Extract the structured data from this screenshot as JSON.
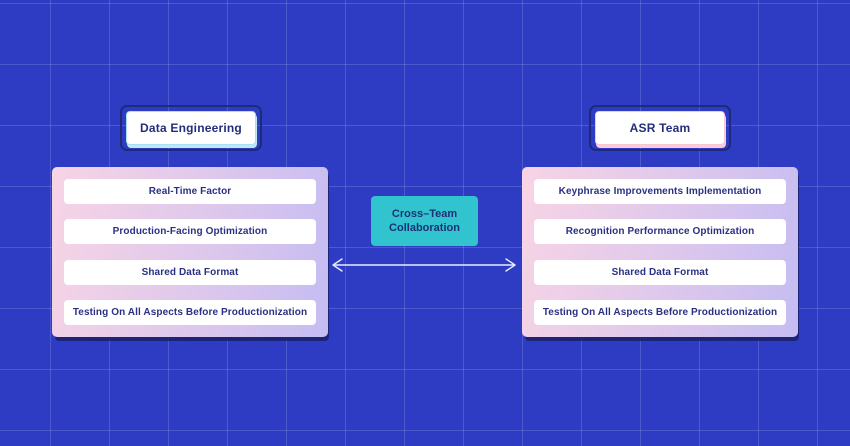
{
  "teams": {
    "left": {
      "title": "Data Engineering",
      "items": [
        "Real-Time Factor",
        "Production-Facing Optimization",
        "Shared Data Format",
        "Testing On All Aspects Before Productionization"
      ]
    },
    "right": {
      "title": "ASR Team",
      "items": [
        "Keyphrase Improvements Implementation",
        "Recognition Performance Optimization",
        "Shared Data Format",
        "Testing On All Aspects Before Productionization"
      ]
    }
  },
  "center": {
    "label": "Cross–Team Collaboration"
  },
  "colors": {
    "background": "#2e3cc3",
    "grid_line": "rgba(255,255,255,0.15)",
    "panel_gradient_start": "#f8d4e5",
    "panel_gradient_end": "#c5bcf2",
    "accent_teal": "#31c4cf",
    "navy_border": "#1d2b78",
    "text_navy": "#2b3084",
    "title_accent_left": "#a9dff0",
    "title_accent_right": "#f6c6d2",
    "arrow": "#e9edff"
  }
}
